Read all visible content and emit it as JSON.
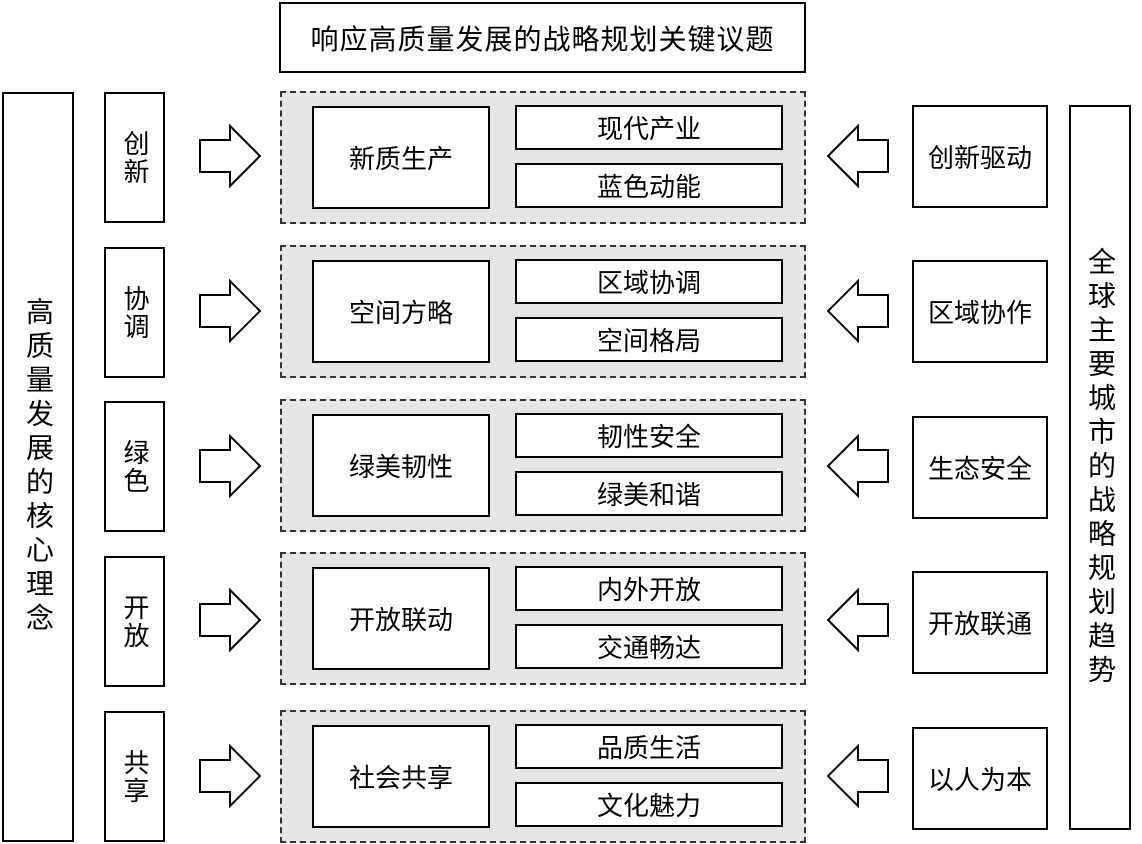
{
  "title": "响应高质量发展的战略规划关键议题",
  "left_label": "高质量发展的核心理念",
  "right_label": "全球主要城市的战略规划趋势",
  "rows": [
    {
      "concept": "创新",
      "main": "新质生产",
      "sub1": "现代产业",
      "sub2": "蓝色动能",
      "trend": "创新驱动"
    },
    {
      "concept": "协调",
      "main": "空间方略",
      "sub1": "区域协调",
      "sub2": "空间格局",
      "trend": "区域协作"
    },
    {
      "concept": "绿色",
      "main": "绿美韧性",
      "sub1": "韧性安全",
      "sub2": "绿美和谐",
      "trend": "生态安全"
    },
    {
      "concept": "开放",
      "main": "开放联动",
      "sub1": "内外开放",
      "sub2": "交通畅达",
      "trend": "开放联通"
    },
    {
      "concept": "共享",
      "main": "社会共享",
      "sub1": "品质生活",
      "sub2": "文化魅力",
      "trend": "以人为本"
    }
  ],
  "colors": {
    "group_fill": "#e6e6e6",
    "border": "#000000"
  },
  "icons": {
    "left_arrow": "hollow-arrow-right-icon",
    "right_arrow": "hollow-arrow-left-icon"
  }
}
